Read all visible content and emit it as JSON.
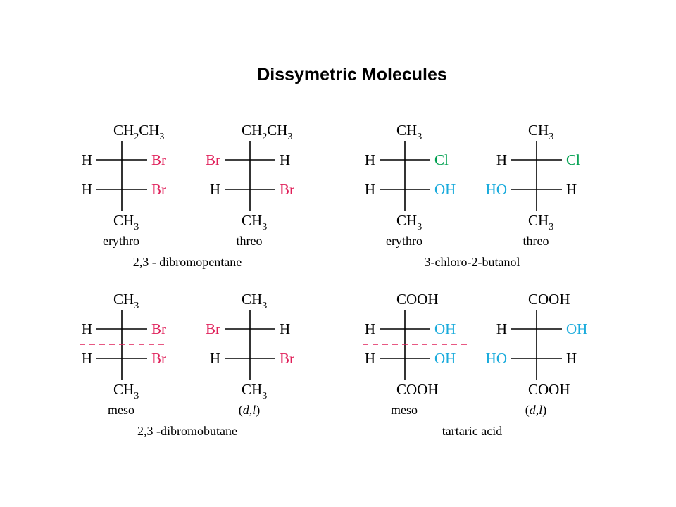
{
  "title": "Dissymetric Molecules",
  "colors": {
    "bromine": "#e0205a",
    "chlorine": "#00a050",
    "hydroxyl": "#1aabdc",
    "black": "#000000",
    "dash": "#e0205a"
  },
  "groups": [
    {
      "name": "2,3 - dibromopentane",
      "molecules": [
        {
          "top": "CH2CH3",
          "bottom": "CH3",
          "label": "erythro",
          "rows": [
            {
              "left": "H",
              "left_type": "black",
              "right": "Br",
              "right_type": "bromine"
            },
            {
              "left": "H",
              "left_type": "black",
              "right": "Br",
              "right_type": "bromine"
            }
          ]
        },
        {
          "top": "CH2CH3",
          "bottom": "CH3",
          "label": "threo",
          "rows": [
            {
              "left": "Br",
              "left_type": "bromine",
              "right": "H",
              "right_type": "black"
            },
            {
              "left": "H",
              "left_type": "black",
              "right": "Br",
              "right_type": "bromine"
            }
          ]
        }
      ]
    },
    {
      "name": "3-chloro-2-butanol",
      "molecules": [
        {
          "top": "CH3",
          "bottom": "CH3",
          "label": "erythro",
          "rows": [
            {
              "left": "H",
              "left_type": "black",
              "right": "Cl",
              "right_type": "chlorine"
            },
            {
              "left": "H",
              "left_type": "black",
              "right": "OH",
              "right_type": "hydroxyl"
            }
          ]
        },
        {
          "top": "CH3",
          "bottom": "CH3",
          "label": "threo",
          "rows": [
            {
              "left": "H",
              "left_type": "black",
              "right": "Cl",
              "right_type": "chlorine"
            },
            {
              "left": "HO",
              "left_type": "hydroxyl",
              "right": "H",
              "right_type": "black"
            }
          ]
        }
      ]
    },
    {
      "name": "2,3 -dibromobutane",
      "molecules": [
        {
          "top": "CH3",
          "bottom": "CH3",
          "label": "meso",
          "mirror": true,
          "rows": [
            {
              "left": "H",
              "left_type": "black",
              "right": "Br",
              "right_type": "bromine"
            },
            {
              "left": "H",
              "left_type": "black",
              "right": "Br",
              "right_type": "bromine"
            }
          ]
        },
        {
          "top": "CH3",
          "bottom": "CH3",
          "label": "(d,l)",
          "rows": [
            {
              "left": "Br",
              "left_type": "bromine",
              "right": "H",
              "right_type": "black"
            },
            {
              "left": "H",
              "left_type": "black",
              "right": "Br",
              "right_type": "bromine"
            }
          ]
        }
      ]
    },
    {
      "name": "tartaric acid",
      "molecules": [
        {
          "top": "COOH",
          "bottom": "COOH",
          "label": "meso",
          "mirror": true,
          "rows": [
            {
              "left": "H",
              "left_type": "black",
              "right": "OH",
              "right_type": "hydroxyl"
            },
            {
              "left": "H",
              "left_type": "black",
              "right": "OH",
              "right_type": "hydroxyl"
            }
          ]
        },
        {
          "top": "COOH",
          "bottom": "COOH",
          "label": "(d,l)",
          "rows": [
            {
              "left": "H",
              "left_type": "black",
              "right": "OH",
              "right_type": "hydroxyl"
            },
            {
              "left": "HO",
              "left_type": "hydroxyl",
              "right": "H",
              "right_type": "black"
            }
          ]
        }
      ]
    }
  ]
}
